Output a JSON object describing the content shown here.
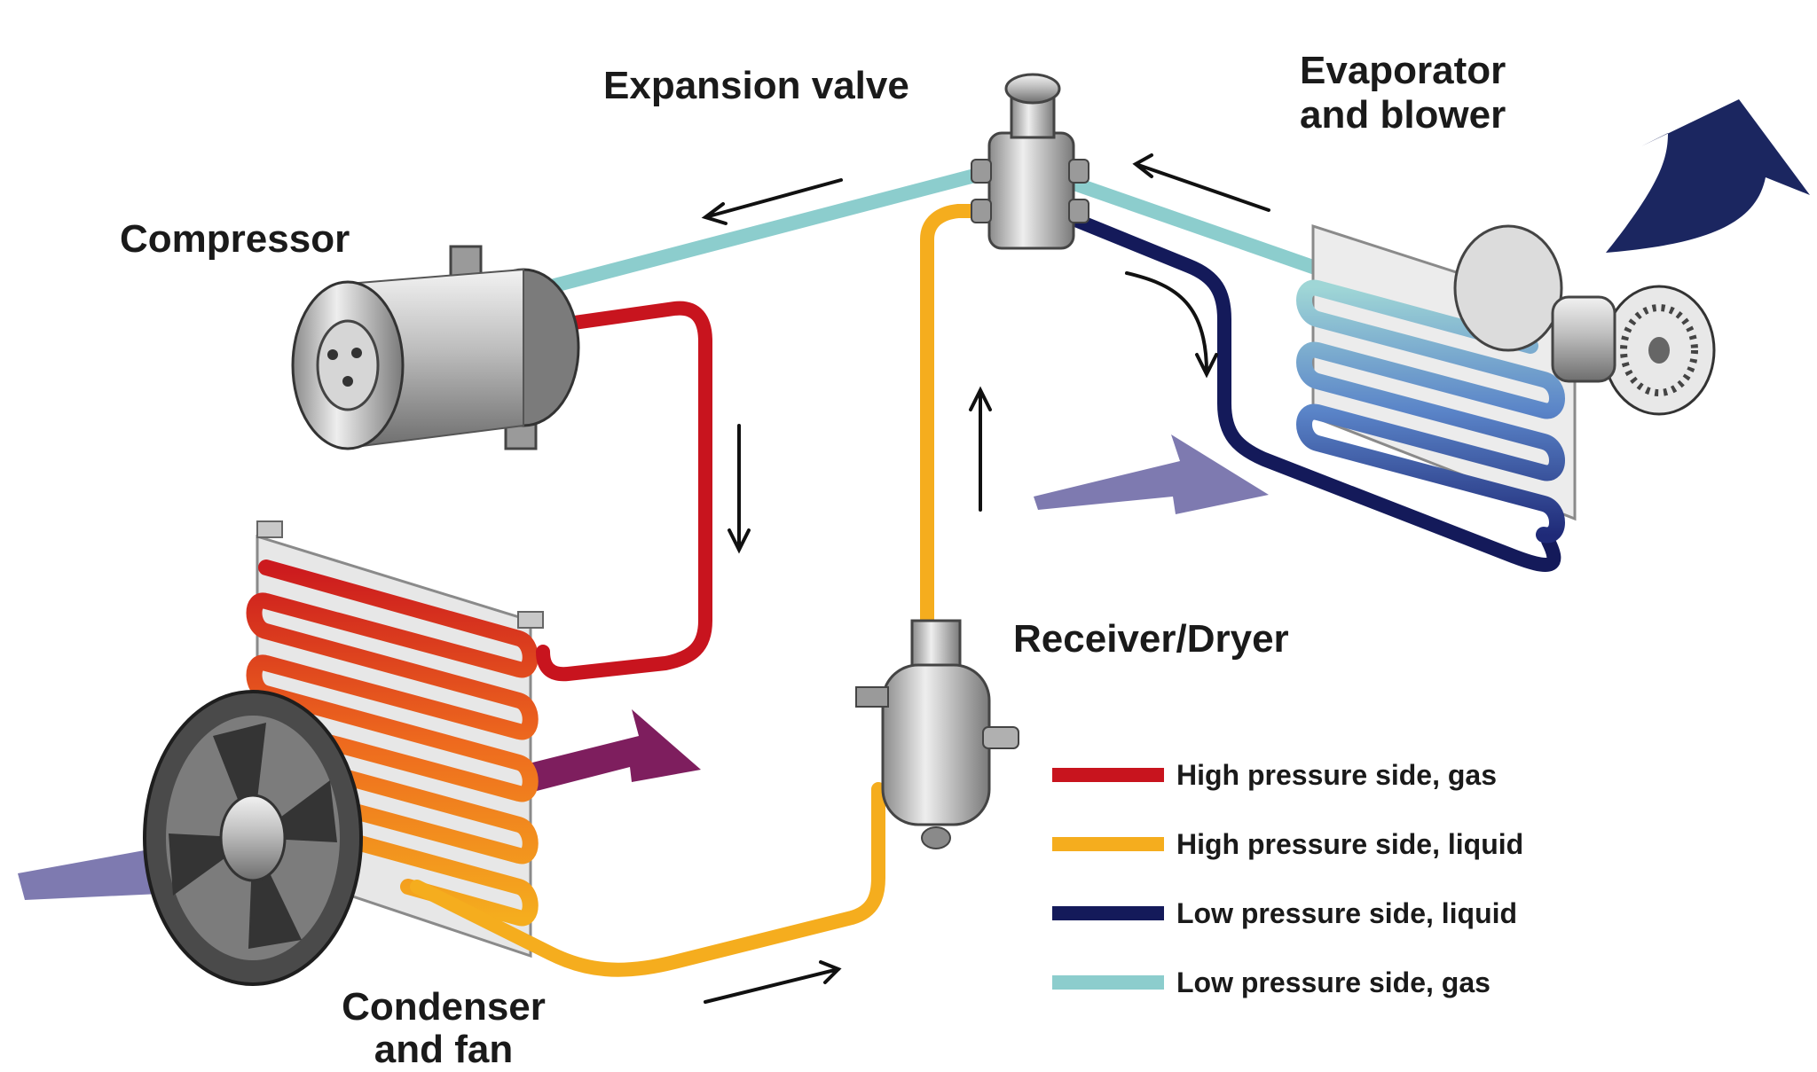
{
  "labels": {
    "expansion_valve": "Expansion valve",
    "evaporator_line1": "Evaporator",
    "evaporator_line2": "and blower",
    "compressor": "Compressor",
    "receiver_dryer": "Receiver/Dryer",
    "condenser_line1": "Condenser",
    "condenser_line2": "and fan"
  },
  "legend": [
    {
      "label": "High pressure side, gas",
      "color": "#c8141e"
    },
    {
      "label": "High pressure side, liquid",
      "color": "#f5ad1e"
    },
    {
      "label": "Low pressure side, liquid",
      "color": "#141a5a"
    },
    {
      "label": "Low pressure side, gas",
      "color": "#8ccdcd"
    }
  ],
  "colors": {
    "high_gas": "#c8141e",
    "high_liquid": "#f5ad1e",
    "low_liquid": "#141a5a",
    "low_gas": "#8ccdcd",
    "air_in": "#7e7ab0",
    "air_hot": "#7e1e5e",
    "air_cool": "#1b2660"
  }
}
